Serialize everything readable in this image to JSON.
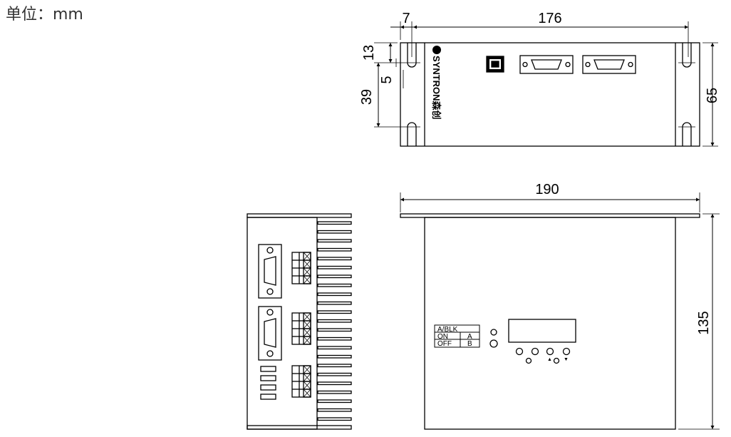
{
  "unit_label": "单位：mm",
  "top_view": {
    "dims": {
      "width_176": "176",
      "offset_7": "7",
      "offset_13": "13",
      "slot_5": "5",
      "pitch_39": "39",
      "height_65": "65"
    },
    "brand_text": "SYNTRON森创"
  },
  "front_view": {
    "dims": {
      "width_190": "190",
      "height_135": "135"
    },
    "switch_table": {
      "header": "A/BLK",
      "rows": [
        [
          "ON",
          "A"
        ],
        [
          "OFF",
          "B"
        ]
      ]
    },
    "key_symbols": {
      "up": "▲",
      "down": "▼"
    }
  },
  "colors": {
    "line": "#000000",
    "text": "#333333",
    "background": "#ffffff"
  }
}
